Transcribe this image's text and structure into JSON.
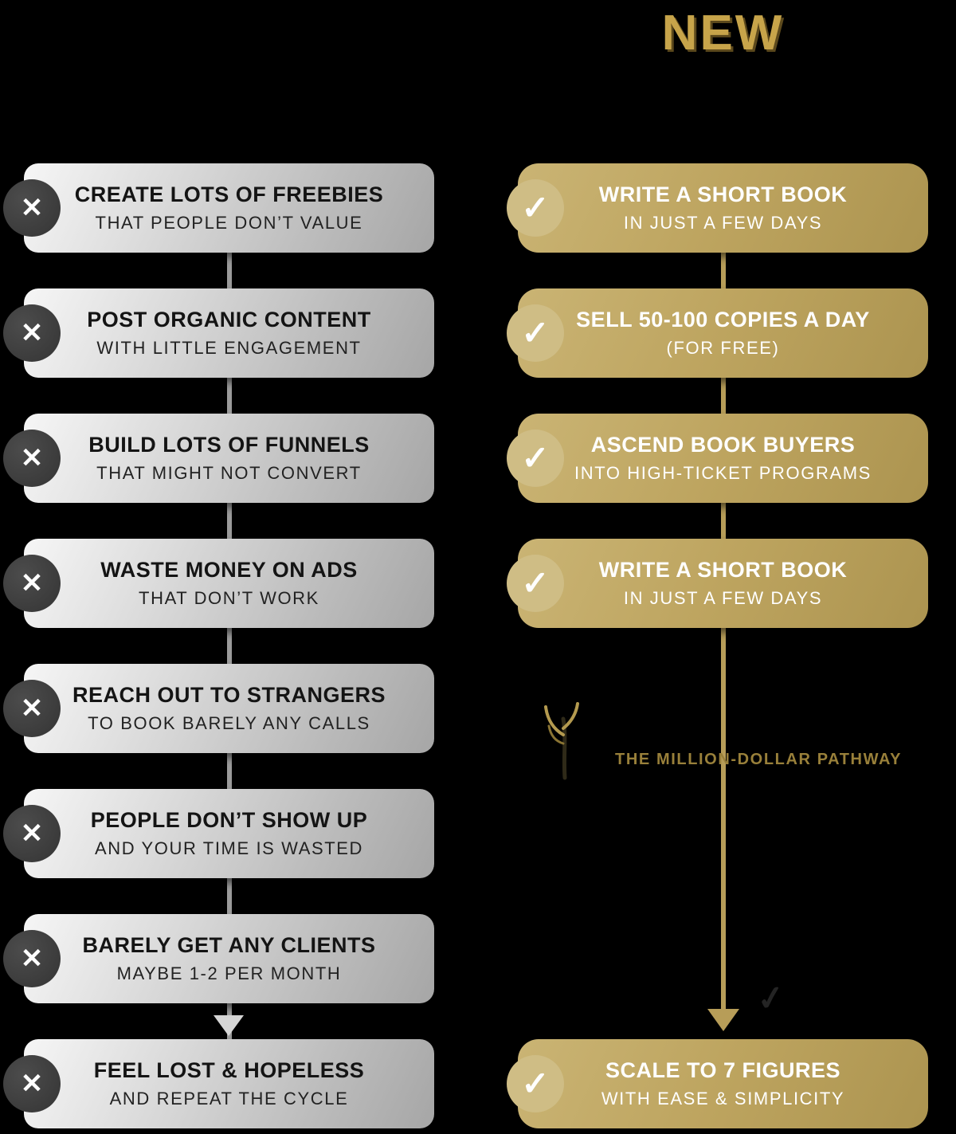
{
  "header": {
    "new_label": "NEW"
  },
  "icons": {
    "x": "✕",
    "check": "✓",
    "bird_mark": "✓"
  },
  "colors": {
    "gold": "#b79d58",
    "gold_badge": "#cfbd85",
    "silver": "#c9c9c9",
    "dark_circle": "#3a3a3a",
    "new_header_gold": "#c7a44a"
  },
  "old_column": {
    "items": [
      {
        "title": "CREATE LOTS OF FREEBIES",
        "subtitle": "THAT PEOPLE DON’T VALUE"
      },
      {
        "title": "POST ORGANIC CONTENT",
        "subtitle": "WITH LITTLE ENGAGEMENT"
      },
      {
        "title": "BUILD LOTS OF FUNNELS",
        "subtitle": "THAT MIGHT NOT CONVERT"
      },
      {
        "title": "WASTE MONEY ON ADS",
        "subtitle": "THAT DON’T WORK"
      },
      {
        "title": "REACH OUT TO STRANGERS",
        "subtitle": "TO BOOK BARELY ANY CALLS"
      },
      {
        "title": "PEOPLE DON’T SHOW UP",
        "subtitle": "AND YOUR TIME IS WASTED"
      },
      {
        "title": "BARELY GET ANY CLIENTS",
        "subtitle": "MAYBE 1-2 PER MONTH"
      },
      {
        "title": "FEEL LOST & HOPELESS",
        "subtitle": "AND REPEAT THE CYCLE"
      }
    ]
  },
  "new_column": {
    "items": [
      {
        "title": "WRITE A SHORT BOOK",
        "subtitle": "IN JUST A FEW DAYS"
      },
      {
        "title": "SELL 50-100 COPIES A DAY",
        "subtitle": "(FOR FREE)"
      },
      {
        "title": "ASCEND BOOK BUYERS",
        "subtitle": "INTO HIGH-TICKET PROGRAMS"
      },
      {
        "title": "WRITE A SHORT BOOK",
        "subtitle": "IN JUST A FEW DAYS"
      },
      {
        "title": "SCALE TO 7 FIGURES",
        "subtitle": "WITH EASE & SIMPLICITY"
      }
    ]
  },
  "logo": {
    "text": "THE MILLION-DOLLAR PATHWAY"
  }
}
